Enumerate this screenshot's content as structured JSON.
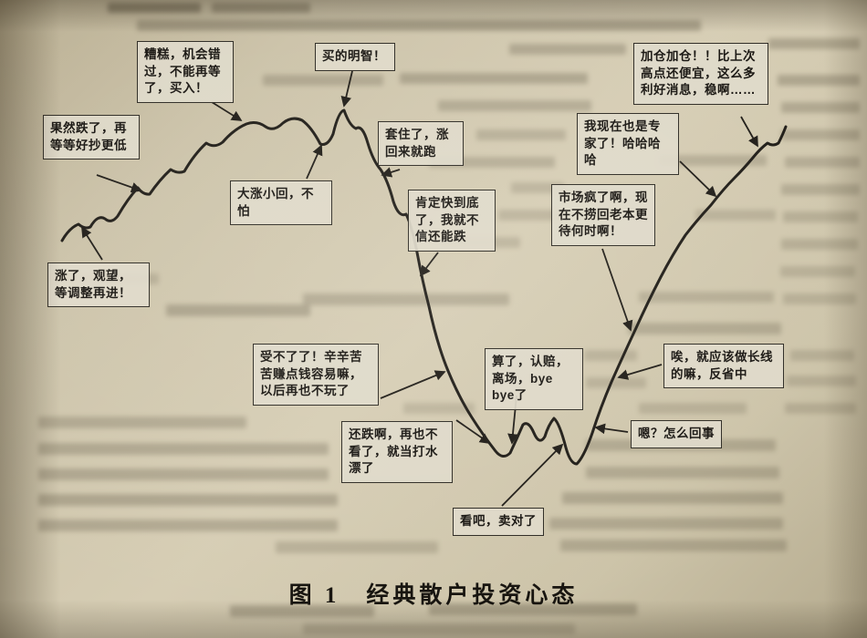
{
  "figure": {
    "caption": "图 1　经典散户投资心态",
    "annotations": [
      {
        "name": "rose-wait",
        "text": "涨了，观望，等调整再进！"
      },
      {
        "name": "fell-wait-lower",
        "text": "果然跌了，再等等好抄更低"
      },
      {
        "name": "missed-chance-buy",
        "text": "糟糕，机会错过，不能再等了，买入！"
      },
      {
        "name": "big-rise-small-dip",
        "text": "大涨小回，不怕"
      },
      {
        "name": "wise-buy",
        "text": "买的明智！"
      },
      {
        "name": "trapped",
        "text": "套住了，涨回来就跑"
      },
      {
        "name": "bottom-soon",
        "text": "肯定快到底了，我就不信还能跌"
      },
      {
        "name": "cant-take-it",
        "text": "受不了了！辛辛苦苦赚点钱容易嘛，以后再也不玩了"
      },
      {
        "name": "still-falling",
        "text": "还跌啊，再也不看了，就当打水漂了"
      },
      {
        "name": "right-to-sell",
        "text": "看吧，卖对了"
      },
      {
        "name": "accept-loss",
        "text": "算了，认赔，离场，bye bye了"
      },
      {
        "name": "whats-going-on",
        "text": "嗯？怎么回事"
      },
      {
        "name": "should-hold-long",
        "text": "唉，就应该做长线的嘛，反省中"
      },
      {
        "name": "market-crazy",
        "text": "市场疯了啊，现在不捞回老本更待何时啊！"
      },
      {
        "name": "expert-now",
        "text": "我现在也是专家了！哈哈哈哈"
      },
      {
        "name": "add-position",
        "text": "加仓加仓！！比上次高点还便宜，这么多利好消息，稳啊……"
      }
    ]
  },
  "colors": {
    "paper": "#cdc4aa",
    "ink": "#1d1a15",
    "note_background": "#dfd9c9",
    "note_border": "#2c2922"
  }
}
